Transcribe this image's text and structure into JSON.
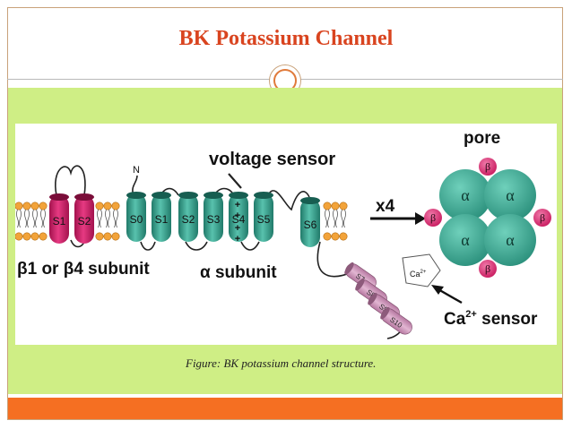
{
  "slide": {
    "title": "BK Potassium Channel",
    "caption": "Figure: BK potassium channel structure."
  },
  "diagram": {
    "labels": {
      "pore": "pore",
      "voltage_sensor": "voltage sensor",
      "x4": "x4",
      "beta_subunit": "β1 or β4 subunit",
      "alpha_subunit": "α subunit",
      "ca_sensor_base": "Ca",
      "ca_sensor_sup": "2+",
      "ca_sensor_rest": " sensor",
      "n_terminus": "N",
      "ca_ion": "Ca",
      "ca_ion_sup": "2+"
    },
    "beta_segments": [
      "S1",
      "S2"
    ],
    "alpha_segments": [
      "S0",
      "S1",
      "S2",
      "S3",
      "S4",
      "S5",
      "S6"
    ],
    "charges": [
      "+",
      "+",
      "+",
      "+"
    ],
    "rck_segments": [
      "S7",
      "S8",
      "S9",
      "S10"
    ],
    "pore_alpha": [
      "α",
      "α",
      "α",
      "α"
    ],
    "pore_beta": [
      "β",
      "β",
      "β",
      "β"
    ]
  },
  "colors": {
    "title": "#d9441f",
    "green_band": "#cfee85",
    "orange_band": "#f56f22",
    "beta_helix": "#d9246e",
    "alpha_helix": "#3fa896",
    "pore_sphere": "#3fae98",
    "rck_helix": "#c990b4",
    "lipid_head": "#f2a33a"
  }
}
